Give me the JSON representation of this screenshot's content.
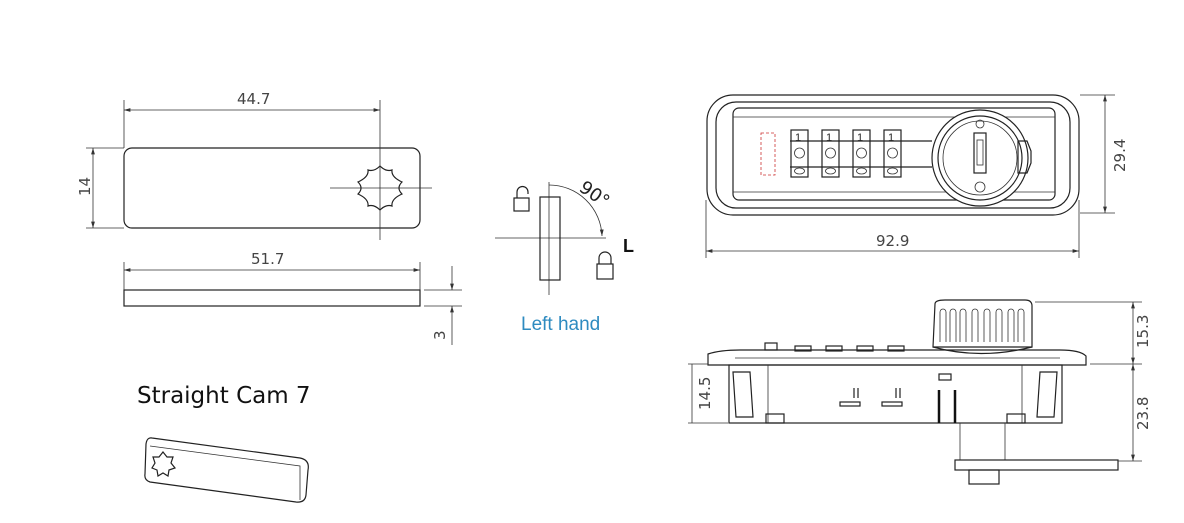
{
  "cam_top_view": {
    "width_label": "44.7",
    "height_label": "14"
  },
  "cam_side_view": {
    "length_label": "51.7",
    "thickness_label": "3"
  },
  "cam_name": "Straight Cam 7",
  "rotation_diagram": {
    "angle_label": "90°",
    "direction_label": "L",
    "caption": "Left hand",
    "caption_color": "#2e8bc0"
  },
  "lock_front_view": {
    "width_label": "92.9",
    "height_label": "29.4",
    "dial_digits": [
      "1",
      "1",
      "1",
      "1"
    ]
  },
  "lock_side_view": {
    "knob_height_label": "15.3",
    "body_depth_label": "23.8",
    "body_height_label": "14.5"
  }
}
